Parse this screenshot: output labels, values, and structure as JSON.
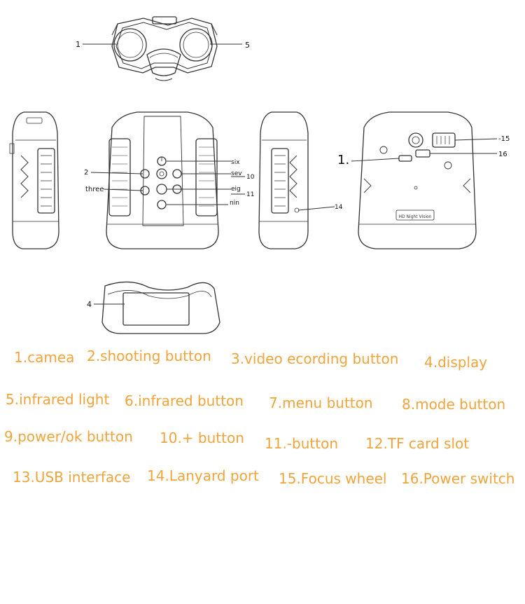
{
  "callouts": {
    "c1": "1",
    "c5": "5",
    "c2": "2",
    "c3": "three",
    "c6": "six",
    "c7": "sev",
    "c8": "eig",
    "c9": "nin",
    "c10": "10",
    "c11": "11",
    "c14": "14",
    "c12": "1.",
    "c15": "-15",
    "c16": "16",
    "c4": "4"
  },
  "device_text": {
    "back_label": "HD Night Vision"
  },
  "legend": [
    "1.camea",
    "2.shooting button",
    "3.video ecording button",
    "4.display",
    "5.infrared light",
    "6.infrared button",
    "7.menu button",
    "8.mode button",
    "9.power/ok button",
    "10.+ button",
    "11.-button",
    "12.TF card slot",
    "13.USB interface",
    "14.Lanyard port",
    "15.Focus wheel",
    "16.Power switch"
  ],
  "colors": {
    "legend_text": "#f0a43c",
    "line_art": "#333333"
  }
}
